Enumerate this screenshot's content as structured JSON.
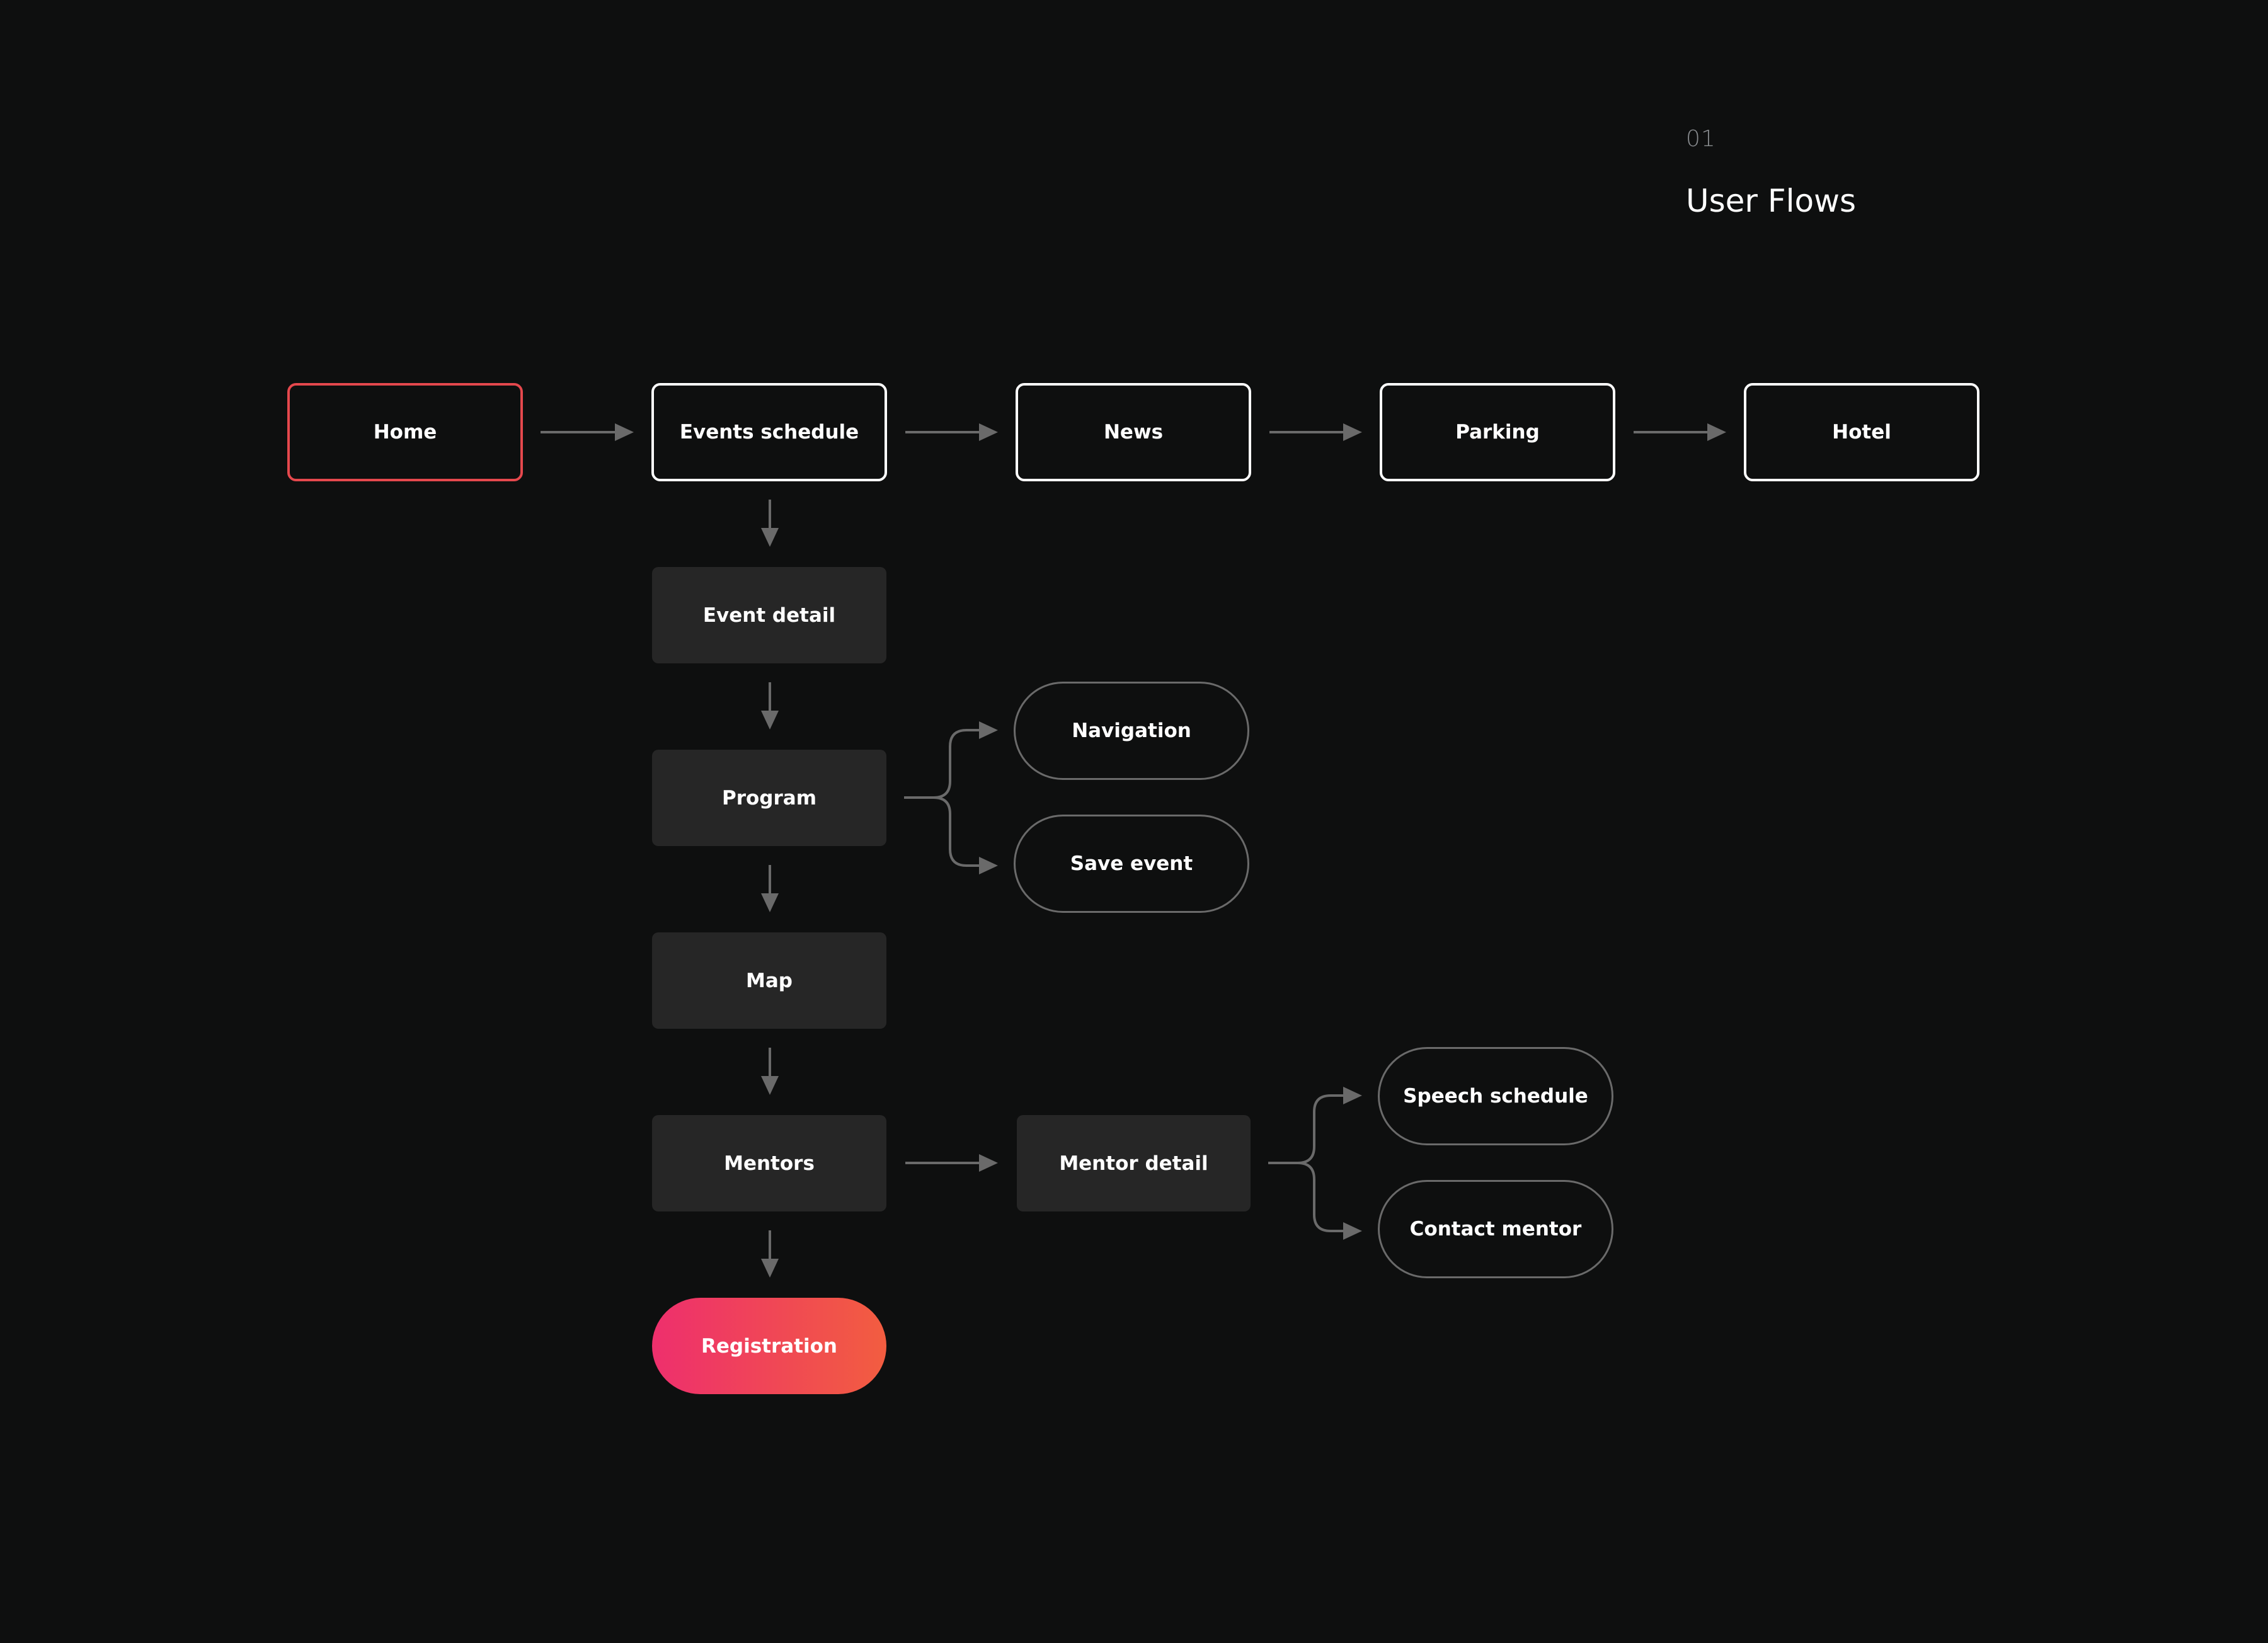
{
  "header": {
    "number": "01",
    "title": "User Flows"
  },
  "colors": {
    "background": "#0e0f0f",
    "node_fill": "#262626",
    "connector": "#6a6a6a",
    "home_border": "#e5484d",
    "cta_gradient_start": "#ee2f6d",
    "cta_gradient_end": "#f25d40"
  },
  "nodes": {
    "home": "Home",
    "events_schedule": "Events schedule",
    "news": "News",
    "parking": "Parking",
    "hotel": "Hotel",
    "event_detail": "Event detail",
    "program": "Program",
    "map": "Map",
    "mentors": "Mentors",
    "registration": "Registration",
    "navigation": "Navigation",
    "save_event": "Save event",
    "mentor_detail": "Mentor detail",
    "speech_schedule": "Speech schedule",
    "contact_mentor": "Contact mentor"
  }
}
